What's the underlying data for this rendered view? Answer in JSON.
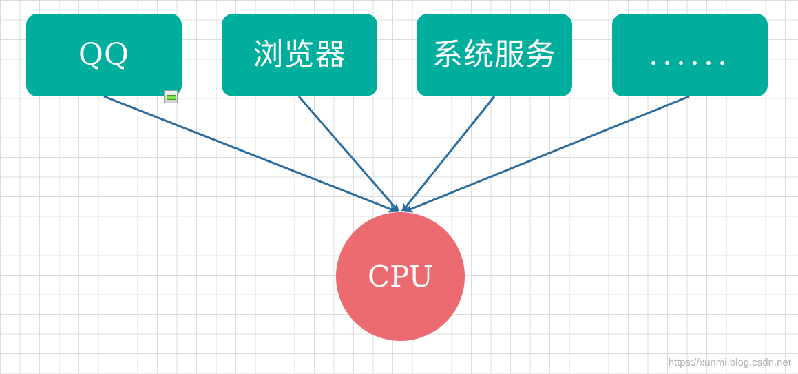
{
  "colors": {
    "node_fill": "#00AE9D",
    "cpu_fill": "#EC6B70",
    "edge": "#2A6C9E",
    "label": "#FFFFFF"
  },
  "nodes": [
    {
      "label": "QQ"
    },
    {
      "label": "浏览器"
    },
    {
      "label": "系统服务"
    },
    {
      "label": "......"
    }
  ],
  "cpu": {
    "label": "CPU"
  },
  "selection_handle": {
    "icon": "resize-handle-icon"
  },
  "watermark": "https://xunmi.blog.csdn.net"
}
